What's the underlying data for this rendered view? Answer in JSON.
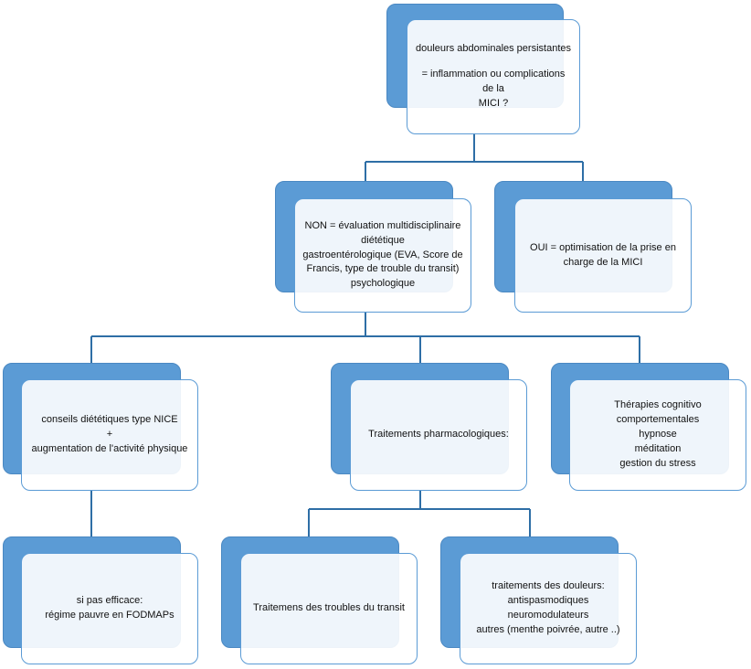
{
  "colors": {
    "box_fill": "#5b9bd5",
    "line": "#2e6ea6",
    "text": "#111111"
  },
  "nodes": {
    "root": {
      "lines": [
        "douleurs abdominales persistantes",
        "= inflammation ou complications de la",
        "MICI ?"
      ]
    },
    "non": {
      "lines": [
        "NON = évaluation multidisciplinaire",
        "diététique",
        "gastroentérologique (EVA, Score de",
        "Francis, type de trouble du  transit)",
        "psychologique"
      ]
    },
    "oui": {
      "lines": [
        "OUI = optimisation de la prise en",
        "charge de la MICI"
      ]
    },
    "conseils": {
      "lines": [
        "conseils diététiques type NICE",
        "+",
        "augmentation de  l'activité physique"
      ]
    },
    "pharmaco": {
      "lines": [
        "Traitements pharmacologiques:"
      ]
    },
    "therapies": {
      "lines": [
        "Thérapies cognitivo",
        "comportementales",
        "hypnose",
        "méditation",
        "gestion du stress"
      ]
    },
    "fodmap": {
      "lines": [
        "si pas efficace:",
        "régime pauvre en FODMAPs"
      ]
    },
    "transit": {
      "lines": [
        "Traitemens des troubles du transit"
      ]
    },
    "douleurs": {
      "lines": [
        "traitements des douleurs:",
        "antispasmodiques",
        "neuromodulateurs",
        "autres (menthe poivrée, autre ..)"
      ]
    }
  }
}
